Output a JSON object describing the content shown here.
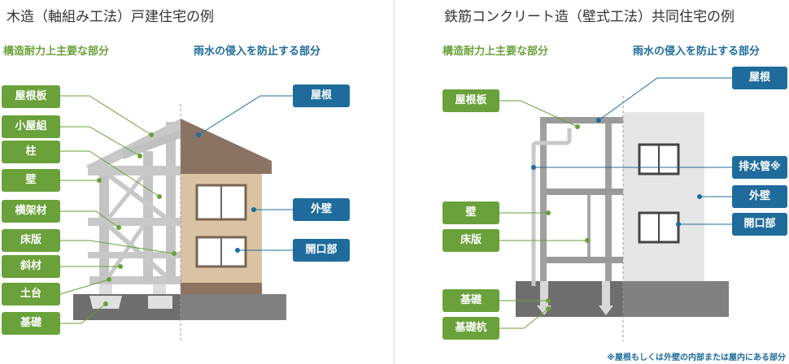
{
  "left": {
    "title": "木造（軸組み工法）戸建住宅の例",
    "structural_heading": "構造耐力上主要な部分",
    "rain_heading": "雨水の侵入を防止する部分",
    "structural_labels": [
      "屋根板",
      "小屋組",
      "柱",
      "壁",
      "横架材",
      "床版",
      "斜材",
      "土台",
      "基礎"
    ],
    "rain_labels": [
      "屋根",
      "外壁",
      "開口部"
    ]
  },
  "right": {
    "title": "鉄筋コンクリート造（壁式工法）共同住宅の例",
    "structural_heading": "構造耐力上主要な部分",
    "rain_heading": "雨水の侵入を防止する部分",
    "structural_labels": [
      "屋根板",
      "壁",
      "床版",
      "基礎",
      "基礎杭"
    ],
    "rain_labels": [
      "屋根",
      "排水管※",
      "外壁",
      "開口部"
    ]
  },
  "footnote": "※屋根もしくは外壁の内部または屋内にある部分",
  "colors": {
    "structural": "#6aa13a",
    "rain": "#1f6c9c"
  }
}
